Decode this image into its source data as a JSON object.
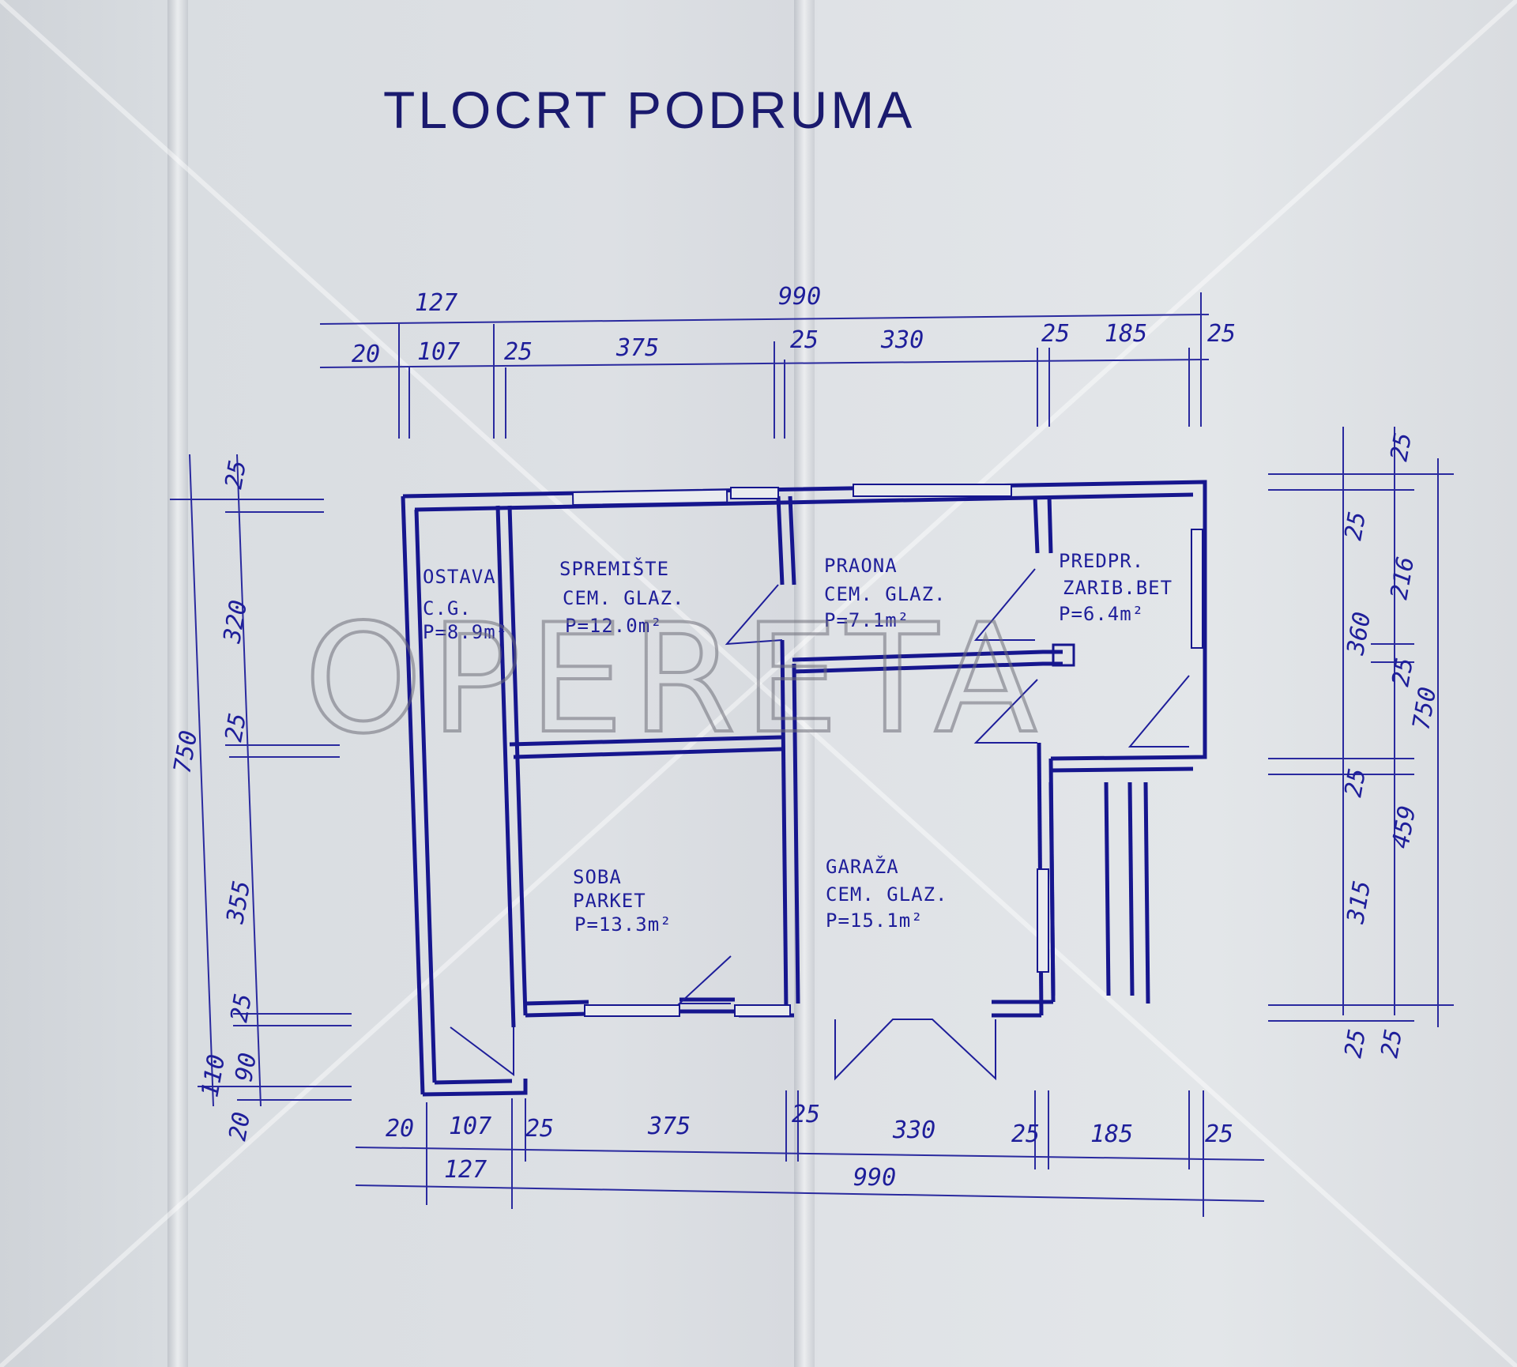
{
  "plan": {
    "title": "TLOCRT PODRUMA",
    "watermark": "OPERETA",
    "ink_color": "#1e1e9a",
    "paper_color": "#dfe2e6",
    "rooms": [
      {
        "name": "OSTAVA",
        "finish": "C.G.",
        "area": "P=8.9m²"
      },
      {
        "name": "SPREMIŠTE",
        "finish": "CEM. GLAZ.",
        "area": "P=12.0m²"
      },
      {
        "name": "PRAONA",
        "finish": "CEM. GLAZ.",
        "area": "P=7.1m²"
      },
      {
        "name": "PREDPR.",
        "finish": "ZARIB.BET",
        "area": "P=6.4m²"
      },
      {
        "name": "SOBA",
        "finish": "PARKET",
        "area": "P=13.3m²"
      },
      {
        "name": "GARAŽA",
        "finish": "CEM. GLAZ.",
        "area": "P=15.1m²"
      }
    ],
    "dims_top": {
      "total": "990",
      "sub": "127",
      "parts": [
        "20",
        "107",
        "25",
        "375",
        "25",
        "330",
        "25",
        "185",
        "25"
      ]
    },
    "dims_bottom": {
      "total": "990",
      "sub": "127",
      "parts": [
        "20",
        "107",
        "25",
        "375",
        "25",
        "330",
        "25",
        "185",
        "25"
      ]
    },
    "dims_left": {
      "total": "750",
      "sub": "110",
      "parts": [
        "25",
        "320",
        "25",
        "355",
        "25",
        "90",
        "20"
      ]
    },
    "dims_right": {
      "total": "750",
      "parts_outer": [
        "25",
        "360",
        "25",
        "315",
        "25"
      ],
      "parts_inner": [
        "25",
        "216",
        "25",
        "459",
        "25"
      ]
    }
  }
}
